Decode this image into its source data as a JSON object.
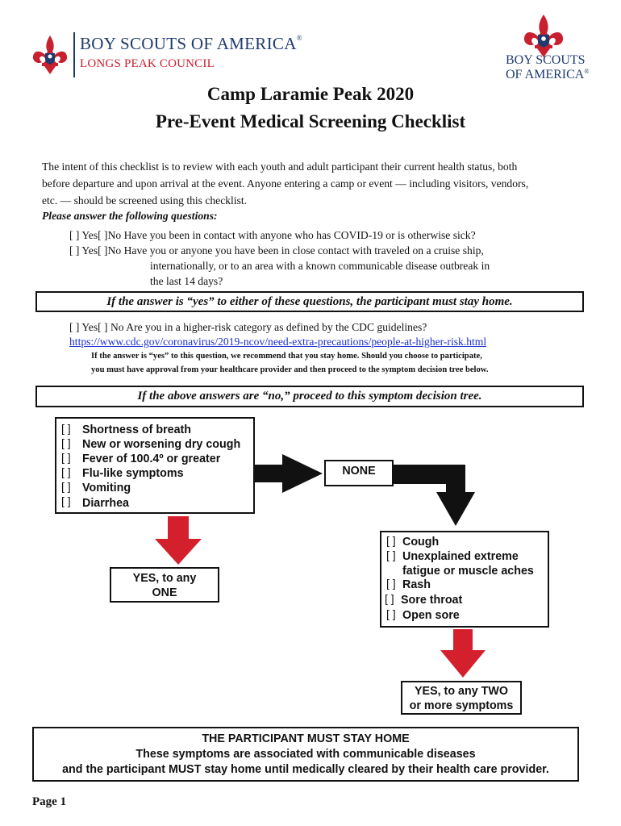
{
  "header": {
    "left_logo_name": "BOY SCOUTS OF AMERICA",
    "left_logo_trademark": "®",
    "left_logo_council": "LONGS PEAK COUNCIL",
    "right_logo_line1": "BOY SCOUTS",
    "right_logo_line2": "OF AMERICA",
    "brand_colors": {
      "navy": "#1f3a6e",
      "red": "#c8202f"
    }
  },
  "title": {
    "line1": "Camp Laramie Peak 2020",
    "line2": "Pre-Event Medical Screening Checklist"
  },
  "intro": {
    "line1": "The intent of this checklist is to review with each youth and adult participant their current health status, both",
    "line2": "before departure and upon arrival at the event. Anyone entering a camp or event — including visitors, vendors,",
    "line3": "etc. — should be screened using this checklist."
  },
  "prompt": "Please answer the following questions:",
  "questions": [
    {
      "prefix": "[ ] Yes[ ]No",
      "text": "Have you been in contact with anyone who has COVID-19 or is otherwise sick?"
    },
    {
      "prefix": "[ ] Yes[ ]No",
      "text": "Have you or anyone you have been in close contact with traveled on a cruise ship,",
      "cont1": "internationally, or to an area with a known communicable disease outbreak in",
      "cont2": "the last 14 days?"
    },
    {
      "prefix": "[ ] Yes[ ] No",
      "text": "Are you in a higher-risk category as defined by the CDC guidelines?"
    }
  ],
  "stay_home_notice": "If the answer is “yes” to either of these questions, the participant must stay home.",
  "cdc_link": "https://www.cdc.gov/coronavirus/2019-ncov/need-extra-precautions/people-at-higher-risk.html",
  "high_risk_note": {
    "line1": "If the answer is “yes” to this question, we recommend that you stay home. Should you choose to participate,",
    "line2": "you must have approval from your healthcare provider and then proceed to the symptom decision tree below."
  },
  "proceed_notice": "If the above answers are “no,” proceed to this symptom decision tree.",
  "decision_tree": {
    "checkbox": "[ ]",
    "primary_symptoms": [
      "Shortness of breath",
      "New or worsening dry cough",
      "Fever of 100.4º or greater",
      "Flu-like symptoms",
      "Vomiting",
      "Diarrhea"
    ],
    "none_label": "NONE",
    "yes_any_one_line1": "YES, to any",
    "yes_any_one_line2": "ONE",
    "secondary_symptoms": [
      "Cough",
      "Unexplained extreme",
      "fatigue or muscle aches",
      "Rash",
      "Sore throat",
      "Open sore"
    ],
    "yes_two_line1": "YES, to any TWO",
    "yes_two_line2": "or more symptoms",
    "arrow_colors": {
      "black": "#111111",
      "red": "#d4202c"
    }
  },
  "stay_home_box": {
    "line1": "THE PARTICIPANT MUST STAY HOME",
    "line2": "These symptoms are associated with communicable diseases",
    "line3": "and the participant MUST stay home until medically cleared by their health care provider."
  },
  "footer": {
    "page_label": "Page 1"
  }
}
